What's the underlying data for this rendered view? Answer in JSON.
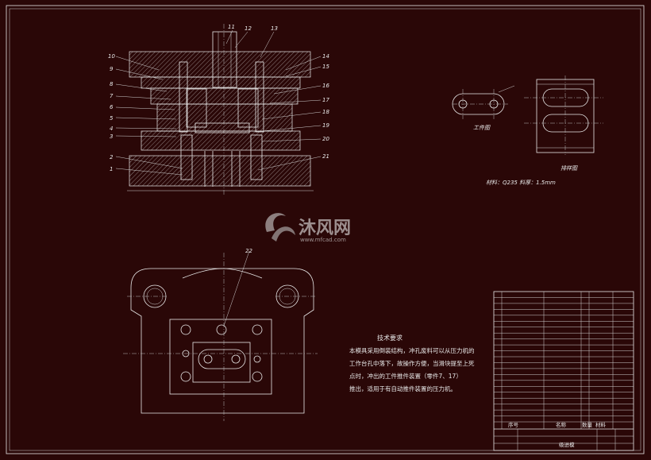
{
  "part_labels": [
    "1",
    "2",
    "3",
    "4",
    "5",
    "6",
    "7",
    "8",
    "9",
    "10",
    "11",
    "12",
    "13",
    "14",
    "15",
    "16",
    "17",
    "18",
    "19",
    "20",
    "21",
    "22"
  ],
  "workpiece_label": "工件图",
  "layout_label": "排样图",
  "material_text": "材料：Q235   料厚：1.5mm",
  "tech": {
    "title": "技术要求",
    "lines": [
      "本模具采用倒装结构，冲孔废料可以从压力机的",
      "工作台孔中落下，故操作方便，当滑块提至上死",
      "点时，冲出的工件推件装置（零件7、17）",
      "推出，适用于有自动推件装置的压力机。"
    ]
  },
  "watermark": {
    "logo_text": "沐风网",
    "url": "www.mfcad.com"
  },
  "title_block": {
    "header_num": "序号",
    "header_name": "名称",
    "header_qty": "数量",
    "header_mat": "材料",
    "drawing_name": "级进模"
  }
}
